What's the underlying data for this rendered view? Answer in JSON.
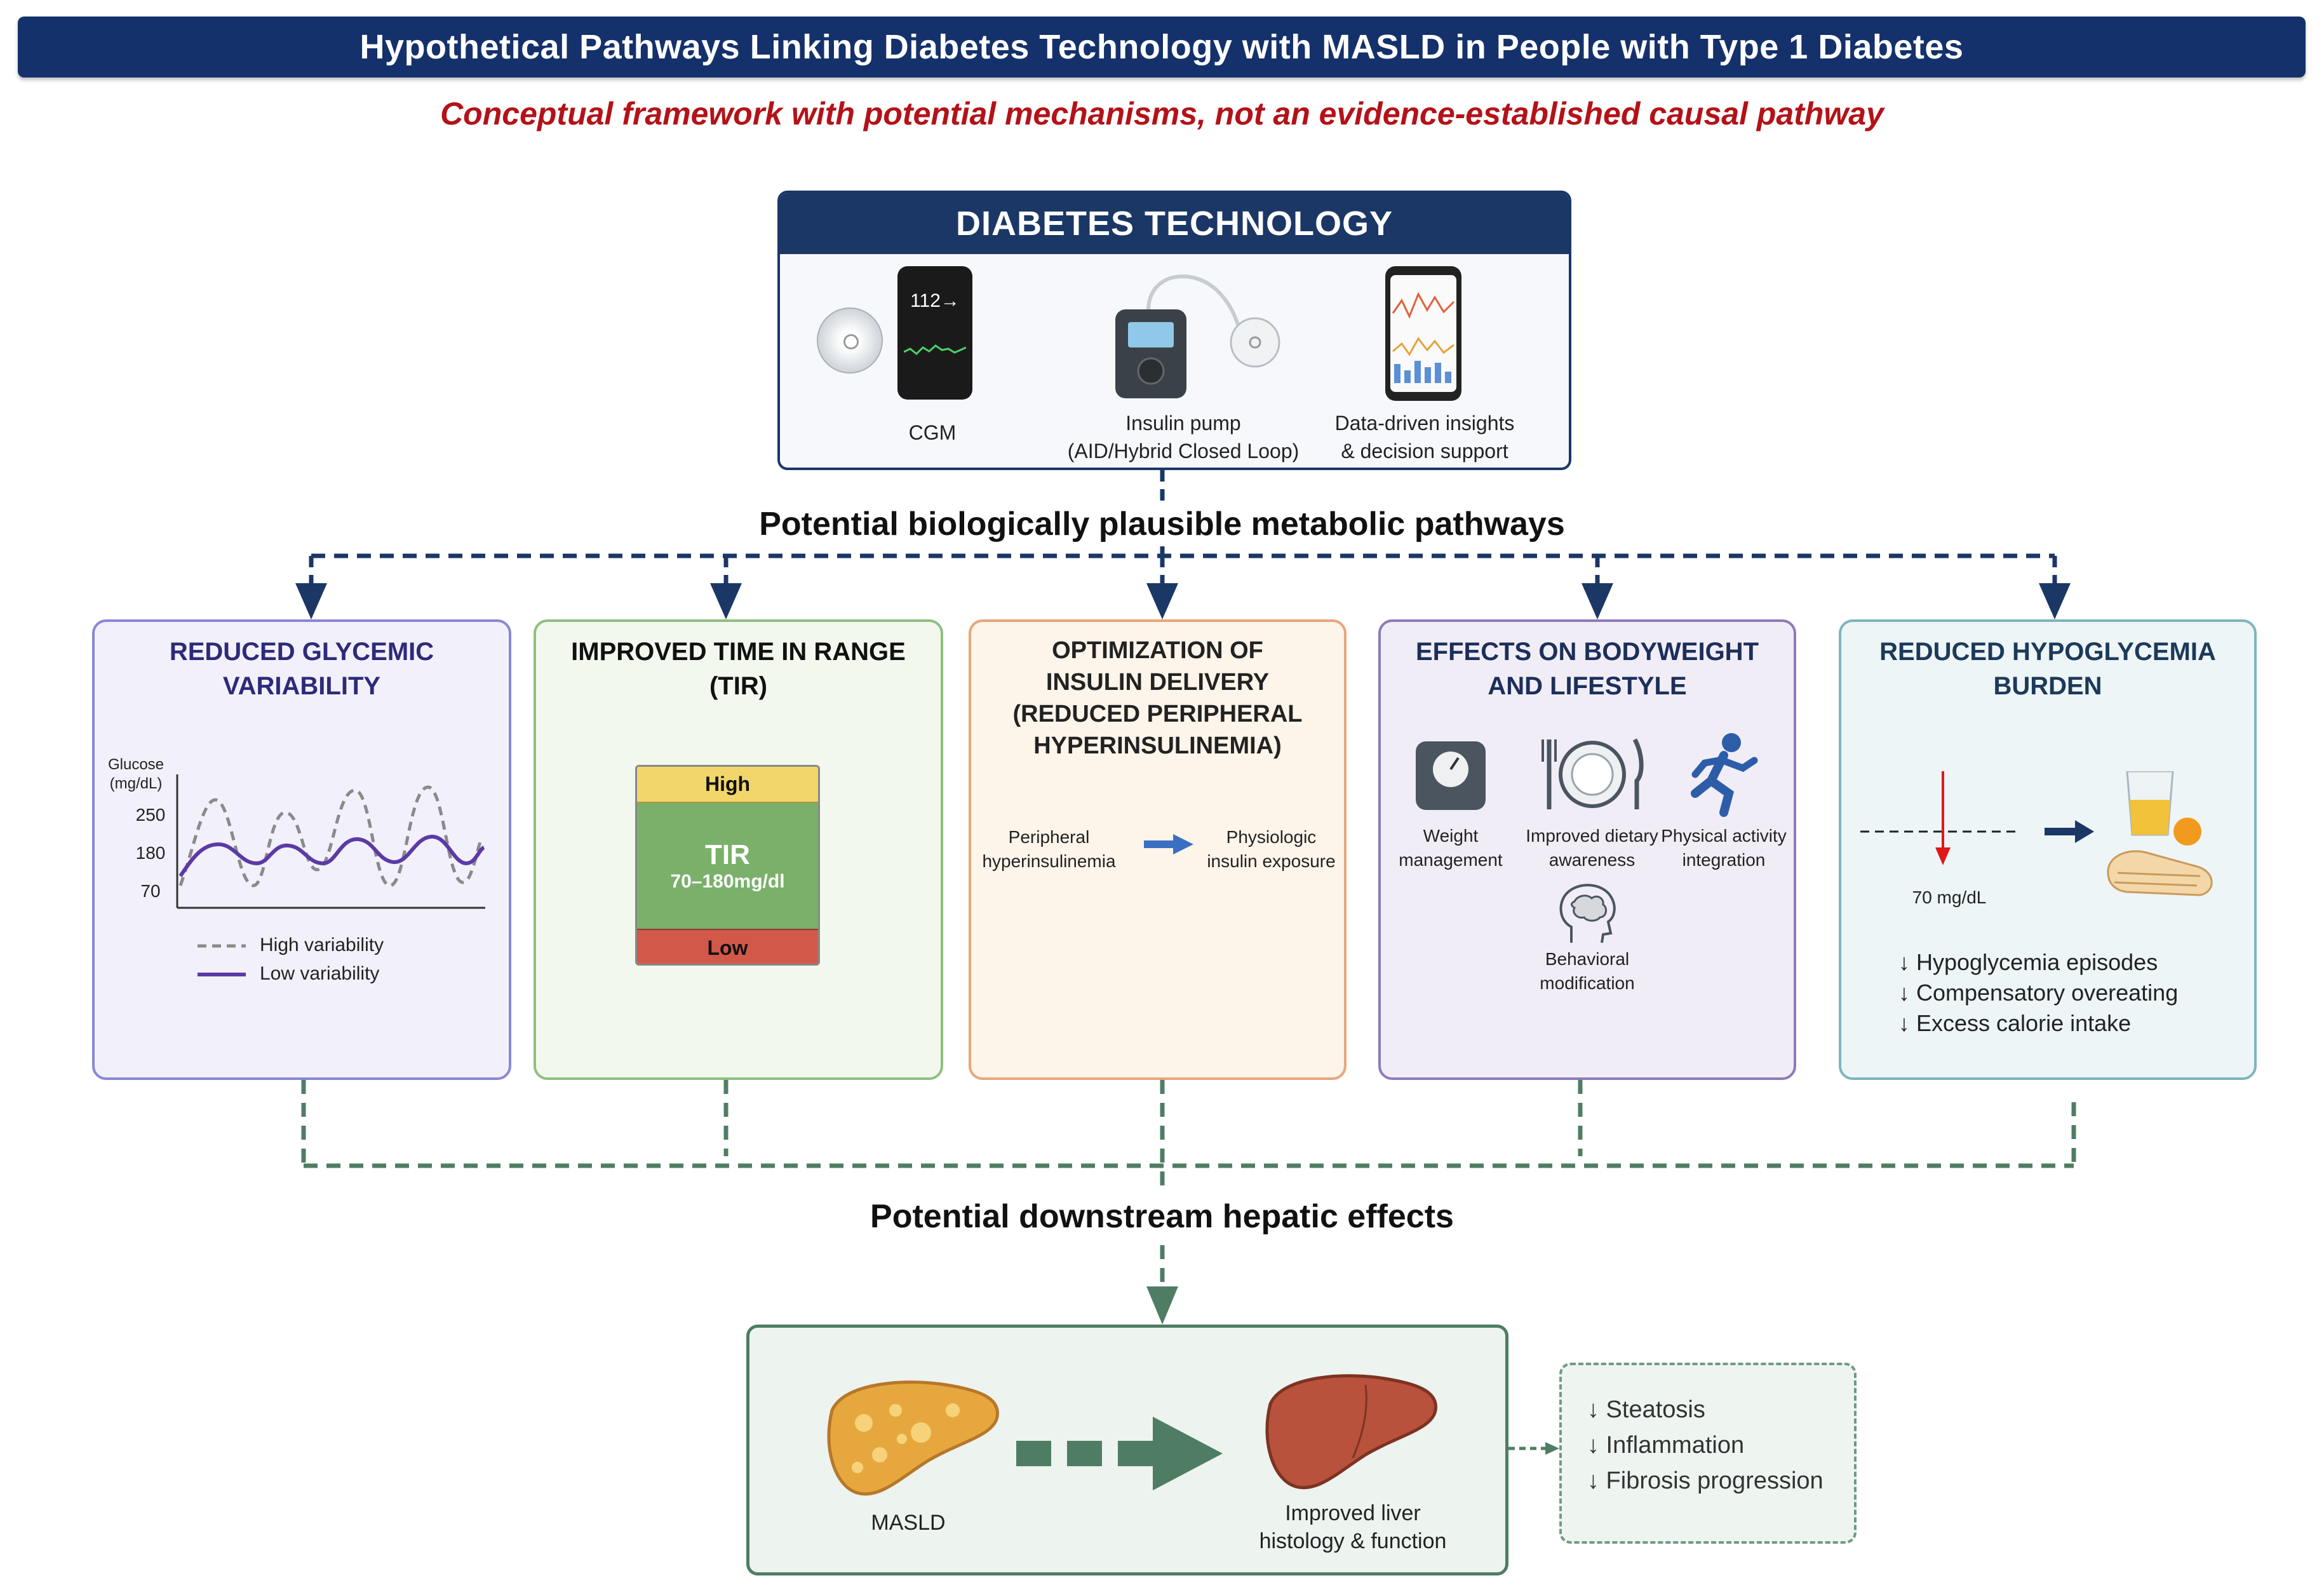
{
  "title": "Hypothetical Pathways Linking Diabetes Technology with MASLD in People with Type 1 Diabetes",
  "subtitle": "Conceptual  framework with potential mechanisms, not an evidence-established causal pathway",
  "technology": {
    "header": "DIABETES TECHNOLOGY",
    "cgm_reading": "112→",
    "cgm_label": "CGM",
    "pump_label_1": "Insulin pump",
    "pump_label_2": "(AID/Hybrid Closed Loop)",
    "insights_label_1": "Data-driven insights",
    "insights_label_2": "& decision support"
  },
  "pathways_caption": "Potential biologically plausible metabolic pathways",
  "panels": {
    "variability": {
      "title_1": "REDUCED GLYCEMIC",
      "title_2": "VARIABILITY",
      "axis_label_1": "Glucose",
      "axis_label_2": "(mg/dL)",
      "ticks": [
        "250",
        "180",
        "70"
      ],
      "legend_high": "High variability",
      "legend_low": "Low variability",
      "color_high": "#8a8a8a",
      "color_low": "#5b3aa6"
    },
    "tir": {
      "title_1": "IMPROVED TIME IN RANGE",
      "title_2": "(TIR)",
      "high": "High",
      "tir": "TIR",
      "range": "70–180mg/dl",
      "low": "Low",
      "color_high": "#f1d66a",
      "color_tir": "#7ab06a",
      "color_low": "#d2584a"
    },
    "insulin": {
      "title_1": "OPTIMIZATION OF",
      "title_2": "INSULIN DELIVERY",
      "title_3": "(REDUCED PERIPHERAL",
      "title_4": "HYPERINSULINEMIA)",
      "left_1": "Peripheral",
      "left_2": "hyperinsulinemia",
      "right_1": "Physiologic",
      "right_2": "insulin exposure"
    },
    "lifestyle": {
      "title_1": "EFFECTS ON BODYWEIGHT",
      "title_2": "AND LIFESTYLE",
      "weight_1": "Weight",
      "weight_2": "management",
      "diet_1": "Improved dietary",
      "diet_2": "awareness",
      "activity_1": "Physical activity",
      "activity_2": "integration",
      "behavior_1": "Behavioral",
      "behavior_2": "modification"
    },
    "hypo": {
      "title_1": "REDUCED HYPOGLYCEMIA",
      "title_2": "BURDEN",
      "threshold": "70 mg/dL",
      "item_1": "↓ Hypoglycemia episodes",
      "item_2": "↓ Compensatory overeating",
      "item_3": "↓ Excess calorie intake"
    }
  },
  "downstream_caption": "Potential downstream hepatic effects",
  "liver": {
    "masld": "MASLD",
    "improved_1": "Improved liver",
    "improved_2": "histology & function"
  },
  "effects": {
    "item_1": "↓ Steatosis",
    "item_2": "↓ Inflammation",
    "item_3": "↓ Fibrosis progression"
  },
  "colors": {
    "navy": "#1b3766",
    "green_dashed": "#4f7d63",
    "title_red": "#b31218"
  }
}
